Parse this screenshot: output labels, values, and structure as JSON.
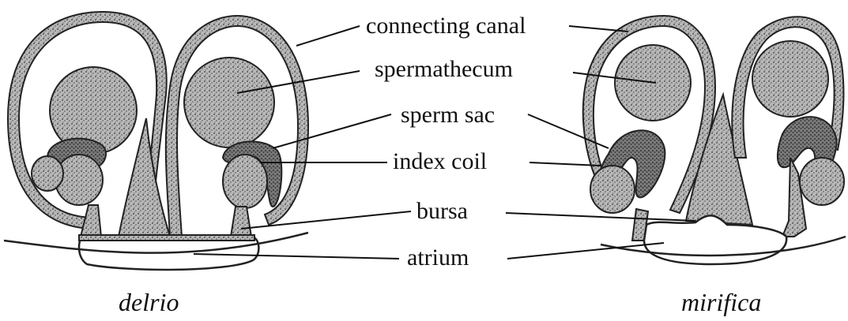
{
  "labels": {
    "connecting_canal": "connecting canal",
    "spermathecum": "spermathecum",
    "sperm_sac": "sperm sac",
    "index_coil": "index coil",
    "bursa": "bursa",
    "atrium": "atrium"
  },
  "species": {
    "left": "delrio",
    "right": "mirifica"
  },
  "colors": {
    "ink": "#111111",
    "stipple_light": "#9a9a9a",
    "stipple_dark": "#555555"
  }
}
